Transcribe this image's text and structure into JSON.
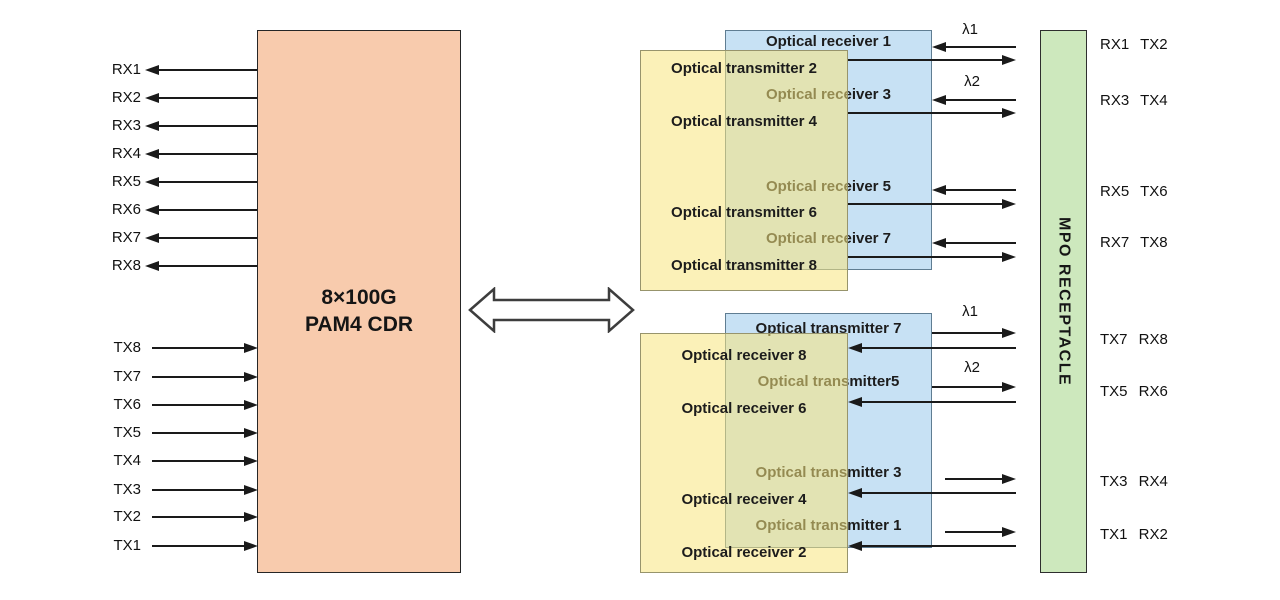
{
  "diagram": {
    "cdr": {
      "line1": "8×100G",
      "line2": "PAM4 CDR"
    },
    "left_ports": {
      "rx": [
        "RX1",
        "RX2",
        "RX3",
        "RX4",
        "RX5",
        "RX6",
        "RX7",
        "RX8"
      ],
      "tx": [
        "TX8",
        "TX7",
        "TX6",
        "TX5",
        "TX4",
        "TX3",
        "TX2",
        "TX1"
      ]
    },
    "upper": {
      "receivers": [
        "Optical receiver 1",
        "Optical receiver 3",
        "Optical receiver 5",
        "Optical receiver 7"
      ],
      "transmitters": [
        "Optical transmitter 2",
        "Optical transmitter 4",
        "Optical transmitter 6",
        "Optical transmitter 8"
      ],
      "lambda1": "λ1",
      "lambda2": "λ2"
    },
    "lower": {
      "transmitters": [
        "Optical transmitter 7",
        "Optical transmitter5",
        "Optical transmitter 3",
        "Optical transmitter 1"
      ],
      "receivers": [
        "Optical receiver 8",
        "Optical receiver 6",
        "Optical receiver 4",
        "Optical receiver 2"
      ],
      "lambda1": "λ1",
      "lambda2": "λ2"
    },
    "mpo": {
      "label": "MPO RECEPTACLE"
    },
    "right_ports": [
      "RX1 TX2",
      "RX3 TX4",
      "RX5 TX6",
      "RX7 TX8",
      "TX7 RX8",
      "TX5 RX6",
      "TX3 RX4",
      "TX1 RX2"
    ],
    "colors": {
      "cdr_fill": "#F8CBAD",
      "receiver_block_fill": "#C7E1F4",
      "transmitter_block_fill": "rgba(247,229,126,0.55)",
      "mpo_fill": "#CDE8BD",
      "line": "#1a1a1a"
    }
  }
}
